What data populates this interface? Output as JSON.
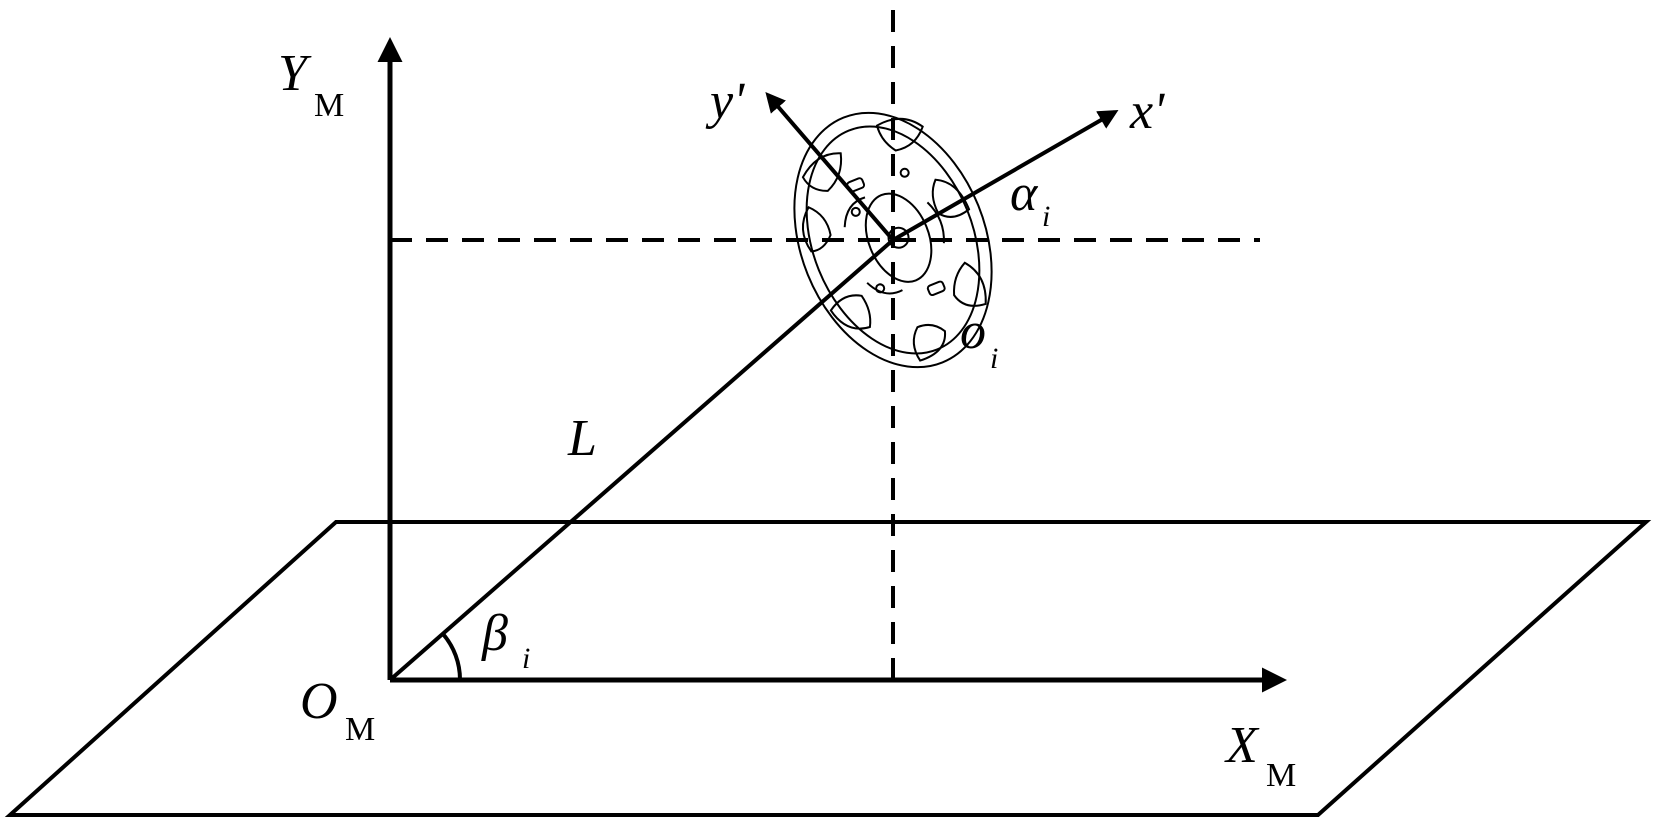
{
  "labels": {
    "ym": "Y",
    "ym_sub": "M",
    "xm": "X",
    "xm_sub": "M",
    "om": "O",
    "om_sub": "M",
    "L": "L",
    "beta": "β",
    "beta_sub": "i",
    "alpha": "α",
    "alpha_sub": "i",
    "oi": "o",
    "oi_sub": "i",
    "yprime": "y'",
    "xprime": "x'"
  },
  "colors": {
    "ink": "#000000",
    "background": "#ffffff"
  }
}
